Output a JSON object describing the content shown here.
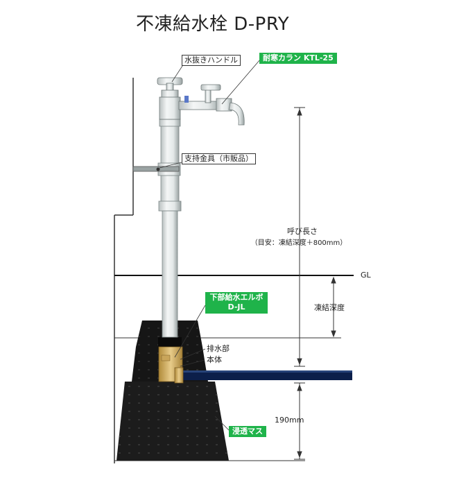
{
  "title": "不凍給水栓 D-PRY",
  "labels": {
    "handle": "水抜きハンドル",
    "faucet": "耐寒カラン KTL-25",
    "bracket": "支持金具（市販品）",
    "length_title": "呼び長さ",
    "length_note": "（目安：凍結深度＋800mm）",
    "gl": "GL",
    "freeze_depth": "凍結深度",
    "elbow_line1": "下部給水エルボ",
    "elbow_line2": "D-JL",
    "drain": "排水部",
    "body": "本体",
    "basin": "浸透マス",
    "dim_190": "190mm"
  },
  "colors": {
    "callout_green": "#1fb34a",
    "basin_black": "#1a1a1a",
    "pipe_blue": "#0c1f4a",
    "brass": "#d7b46a"
  }
}
